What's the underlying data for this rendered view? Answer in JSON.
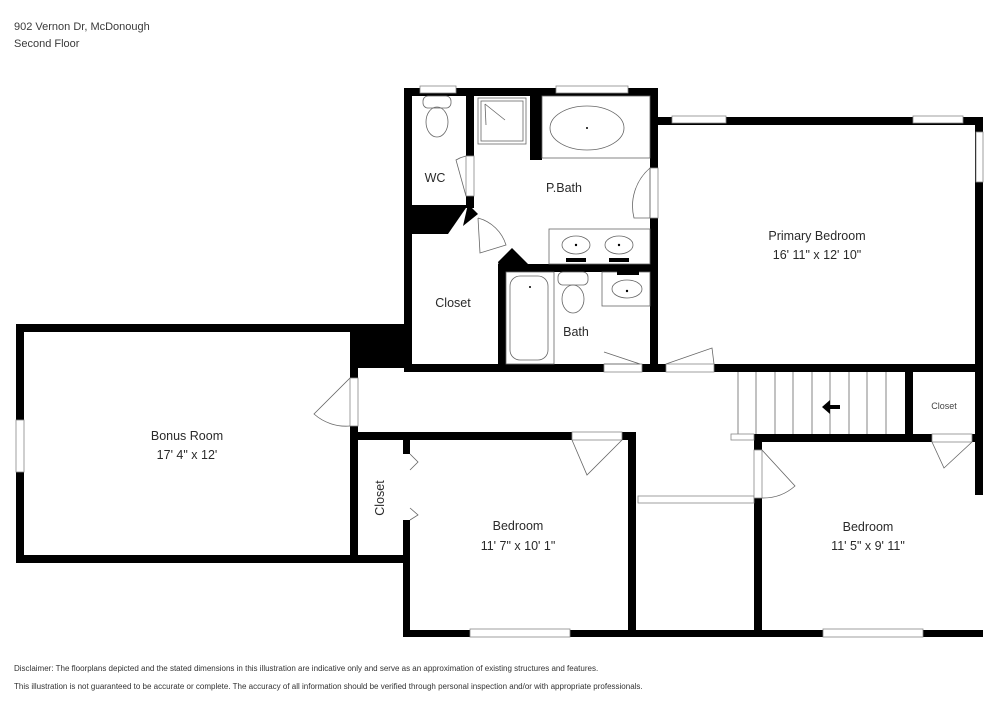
{
  "header": {
    "address": "902 Vernon Dr, McDonough",
    "floor": "Second Floor"
  },
  "rooms": {
    "wc": {
      "name": "WC"
    },
    "pbath": {
      "name": "P.Bath"
    },
    "closet_master": {
      "name": "Closet"
    },
    "bath": {
      "name": "Bath"
    },
    "primary_bedroom": {
      "name": "Primary Bedroom",
      "dimensions": "16' 11\" x 12' 10\""
    },
    "bonus_room": {
      "name": "Bonus Room",
      "dimensions": "17' 4\" x 12'"
    },
    "closet_hall": {
      "name": "Closet"
    },
    "closet_stair": {
      "name": "Closet"
    },
    "bedroom_2": {
      "name": "Bedroom",
      "dimensions": "11' 7\" x 10' 1\""
    },
    "bedroom_3": {
      "name": "Bedroom",
      "dimensions": "11' 5\" x 9' 11\""
    }
  },
  "stairs": {
    "direction": "left",
    "icon": "arrow-left-icon"
  },
  "disclaimer": {
    "line1": "Disclaimer: The floorplans depicted and the stated dimensions in this illustration are indicative only and serve as an approximation of existing structures and features.",
    "line2": "This illustration is not guaranteed to be accurate or complete. The accuracy of all information should be verified through personal inspection and/or with appropriate professionals."
  },
  "colors": {
    "wall": "#000000",
    "fixture": "#666666",
    "background": "#ffffff"
  }
}
